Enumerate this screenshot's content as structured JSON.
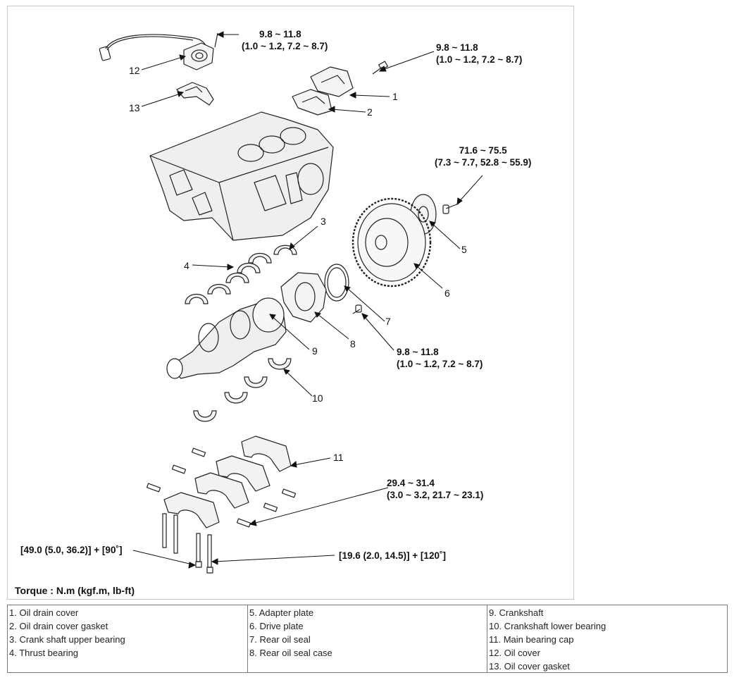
{
  "callouts": {
    "c1": "1",
    "c2": "2",
    "c3": "3",
    "c4": "4",
    "c5": "5",
    "c6": "6",
    "c7": "7",
    "c8": "8",
    "c9": "9",
    "c10": "10",
    "c11": "11",
    "c12": "12",
    "c13": "13"
  },
  "torques": {
    "t12_line1": "9.8 ~ 11.8",
    "t12_line2": "(1.0 ~ 1.2, 7.2 ~ 8.7)",
    "t1_line1": "9.8 ~ 11.8",
    "t1_line2": "(1.0 ~ 1.2, 7.2 ~ 8.7)",
    "t5_line1": "71.6 ~ 75.5",
    "t5_line2": "(7.3 ~ 7.7, 52.8 ~ 55.9)",
    "t8_line1": "9.8 ~ 11.8",
    "t8_line2": "(1.0 ~ 1.2, 7.2 ~ 8.7)",
    "t11_line1": "29.4 ~ 31.4",
    "t11_line2": "(3.0 ~ 3.2, 21.7 ~ 23.1)",
    "bolt_outer": "[49.0 (5.0, 36.2)] + [90˚]",
    "bolt_inner": "[19.6 (2.0, 14.5)] + [120˚]"
  },
  "torque_note": "Torque : N.m (kgf.m, lb-ft)",
  "legend": {
    "col1": [
      "1. Oil drain cover",
      "2. Oil drain cover gasket",
      "3. Crank shaft upper bearing",
      "4. Thrust bearing"
    ],
    "col2": [
      "5. Adapter plate",
      "6. Drive plate",
      "7. Rear oil seal",
      "8. Rear oil seal case"
    ],
    "col3": [
      "9. Crankshaft",
      "10. Crankshaft lower bearing",
      "11. Main bearing cap",
      "12. Oil cover",
      "13. Oil cover gasket"
    ]
  }
}
